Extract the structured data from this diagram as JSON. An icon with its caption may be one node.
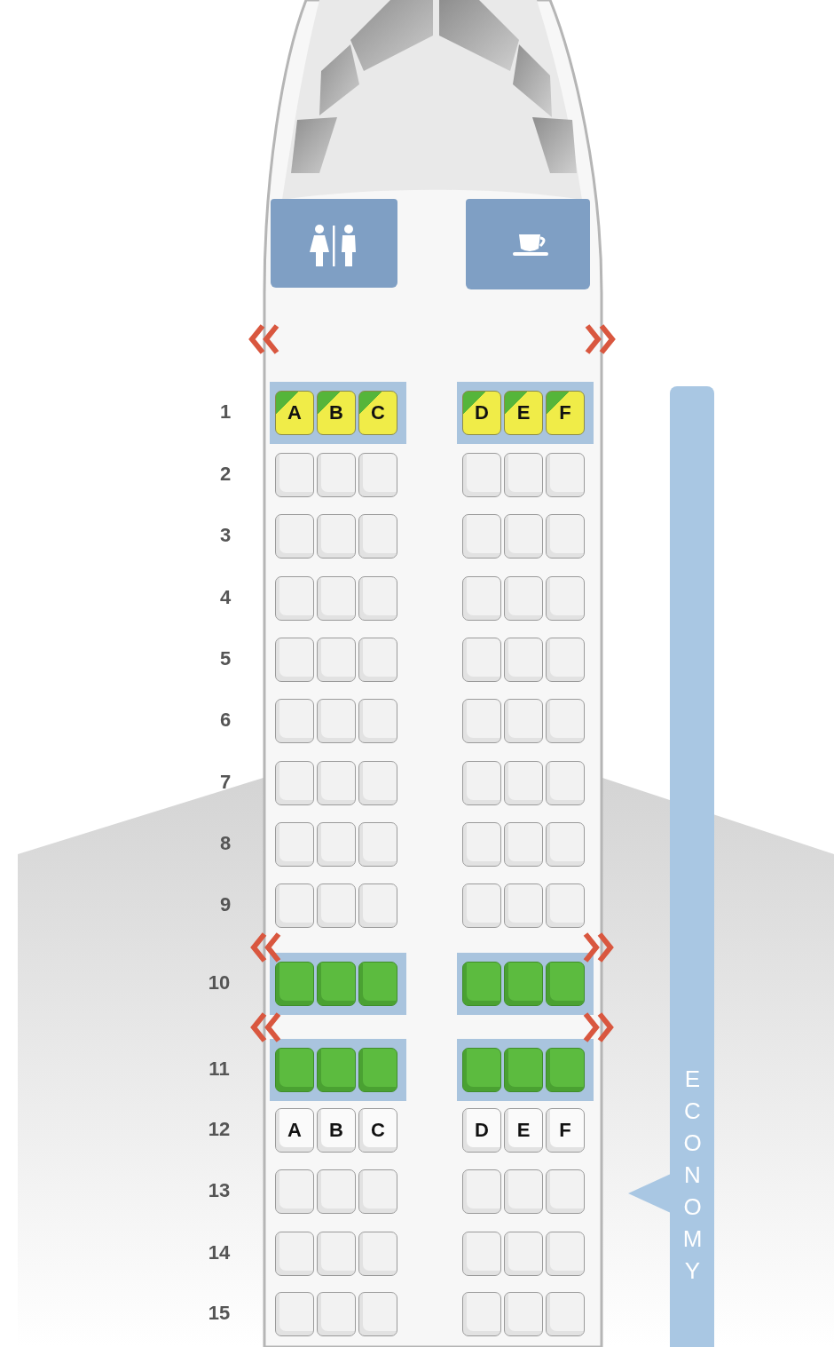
{
  "diagram": {
    "nodes": [
      {
        "text": [
          "ECONOMY"
        ]
      },
      {
        "text": [
          "A"
        ]
      },
      {
        "text": [
          "B"
        ]
      },
      {
        "text": [
          "C"
        ]
      },
      {
        "text": [
          "D"
        ]
      },
      {
        "text": [
          "E"
        ]
      },
      {
        "text": [
          "F"
        ]
      },
      {
        "text": [],
        "shape": "box"
      },
      {
        "text": [],
        "shape": "box"
      },
      {
        "text": [],
        "shape": "box"
      },
      {
        "text": [],
        "shape": "box"
      },
      {
        "text": [],
        "shape": "box"
      },
      {
        "text": [],
        "shape": "box"
      },
      {
        "text": [],
        "shape": "box"
      },
      {
        "text": [],
        "shape": "box"
      },
      {
        "text": [],
        "shape": "box"
      },
      {
        "text": [],
        "shape": "box"
      },
      {
        "text": [],
        "shape": "box"
      },
      {
        "text": [],
        "shape": "box"
      },
      {
        "text": [],
        "shape": "box"
      },
      {
        "text": [],
        "shape": "box"
      },
      {
        "text": [],
        "shape": "box"
      },
      {
        "text": [],
        "shape": "box"
      },
      {
        "text": [],
        "shape": "box"
      },
      {
        "text": [],
        "shape": "box"
      },
      {
        "text": [],
        "shape": "box"
      },
      {
        "text": [],
        "shape": "box"
      },
      {
        "text": [],
        "shape": "box"
      },
      {
        "text": [],
        "shape": "box"
      },
      {
        "text": [],
        "shape": "box"
      },
      {
        "text": [],
        "shape": "box"
      },
      {
        "text": [],
        "shape": "box"
      },
      {
        "text": [],
        "shape": "box"
      },
      {
        "text": [],
        "shape": "box"
      },
      {
        "text": [],
        "shape": "box"
      },
      {
        "text": [],
        "shape": "box"
      },
      {
        "text": [],
        "shape": "box"
      },
      {
        "text": [],
        "shape": "box"
      },
      {
        "text": [],
        "shape": "box"
      },
      {
        "text": [],
        "shape": "box"
      },
      {
        "text": [],
        "shape": "box"
      },
      {
        "text": [],
        "shape": "box"
      },
      {
        "text": [],
        "shape": "box"
      },
      {
        "text": [],
        "shape": "box"
      },
      {
        "text": [],
        "shape": "box"
      },
      {
        "text": [],
        "shape": "box"
      },
      {
        "text": [],
        "shape": "box"
      },
      {
        "text": [],
        "shape": "box"
      },
      {
        "text": [],
        "shape": "box"
      },
      {
        "text": [],
        "shape": "box"
      },
      {
        "text": [],
        "shape": "box"
      },
      {
        "text": [],
        "shape": "box"
      },
      {
        "text": [],
        "shape": "box"
      },
      {
        "text": [],
        "shape": "box"
      },
      {
        "text": [],
        "shape": "box"
      },
      {
        "text": [],
        "shape": "box"
      },
      {
        "text": [],
        "shape": "box"
      },
      {
        "text": [],
        "shape": "box"
      },
      {
        "text": [],
        "shape": "box"
      },
      {
        "text": [],
        "shape": "box"
      },
      {
        "text": [],
        "shape": "box"
      },
      {
        "text": [],
        "shape": "box"
      },
      {
        "text": [],
        "shape": "box"
      },
      {
        "text": [],
        "shape": "box"
      },
      {
        "text": [],
        "shape": "box"
      },
      {
        "text": [],
        "shape": "box"
      },
      {
        "text": [],
        "shape": "box"
      },
      {
        "text": [
          "A"
        ]
      },
      {
        "text": [
          "B"
        ]
      },
      {
        "text": [
          "C"
        ]
      },
      {
        "text": [
          "D"
        ]
      },
      {
        "text": [
          "E"
        ]
      },
      {
        "text": [
          "F"
        ]
      },
      {
        "text": [],
        "shape": "box"
      },
      {
        "text": [],
        "shape": "box"
      },
      {
        "text": [],
        "shape": "box"
      },
      {
        "text": [],
        "shape": "box"
      },
      {
        "text": [],
        "shape": "box"
      },
      {
        "text": [],
        "shape": "box"
      },
      {
        "text": [],
        "shape": "box"
      },
      {
        "text": [],
        "shape": "box"
      },
      {
        "text": [],
        "shape": "box"
      },
      {
        "text": [],
        "shape": "box"
      },
      {
        "text": [],
        "shape": "box"
      },
      {
        "text": [],
        "shape": "box"
      },
      {
        "text": [],
        "shape": "box"
      },
      {
        "text": [],
        "shape": "box"
      },
      {
        "text": [],
        "shape": "box"
      },
      {
        "text": [],
        "shape": "box"
      },
      {
        "text": [],
        "shape": "box"
      },
      {
        "text": [],
        "shape": "box"
      }
    ],
    "labels": [
      "1",
      "2",
      "3",
      "4",
      "5",
      "6",
      "7",
      "8",
      "9",
      "10",
      "11",
      "12",
      "13",
      "14",
      "15"
    ]
  }
}
